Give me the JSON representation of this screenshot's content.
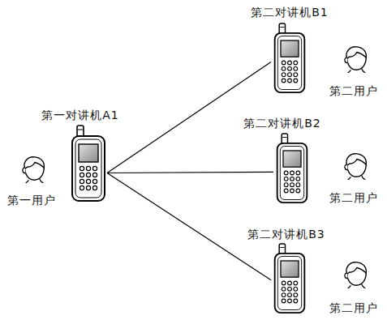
{
  "diagram": {
    "nodes": [
      {
        "text": [
          "第一对讲机A1"
        ]
      },
      {
        "text": [
          "第二对讲机B1"
        ]
      },
      {
        "text": [
          "第二对讲机B2"
        ]
      },
      {
        "text": [
          "第二对讲机B3"
        ]
      },
      {
        "text": [
          "第一用户"
        ]
      },
      {
        "text": [
          "第二用户"
        ]
      },
      {
        "text": [
          "第二用户"
        ]
      },
      {
        "text": [
          "第二用户"
        ]
      }
    ],
    "edges": [
      {
        "from": 0,
        "to": 1,
        "arrow": "none"
      },
      {
        "from": 0,
        "to": 2,
        "arrow": "none"
      },
      {
        "from": 0,
        "to": 3,
        "arrow": "none"
      }
    ]
  }
}
